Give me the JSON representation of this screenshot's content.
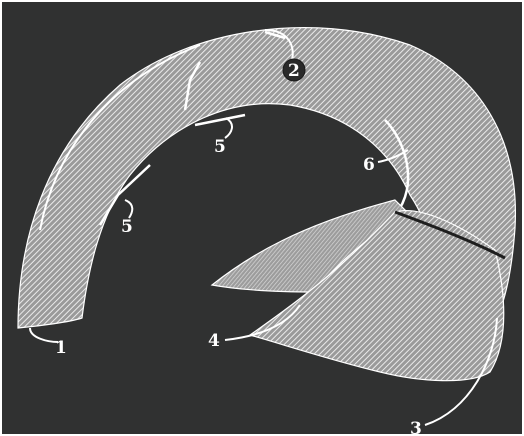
{
  "figure": {
    "labels": {
      "one": "1",
      "two": "2",
      "three": "3",
      "four": "4",
      "five_upper": "5",
      "five_lower": "5",
      "six": "6"
    }
  },
  "colors": {
    "background": "#303131",
    "hatch_base": "#9a9a9a",
    "hatch_line": "#e9e9e9",
    "flap_base": "#9c9c9c",
    "outline": "#ffffff",
    "label_text": "#ffffff",
    "badge_fill": "#2a2a2a",
    "page_border": "#ffffff"
  }
}
